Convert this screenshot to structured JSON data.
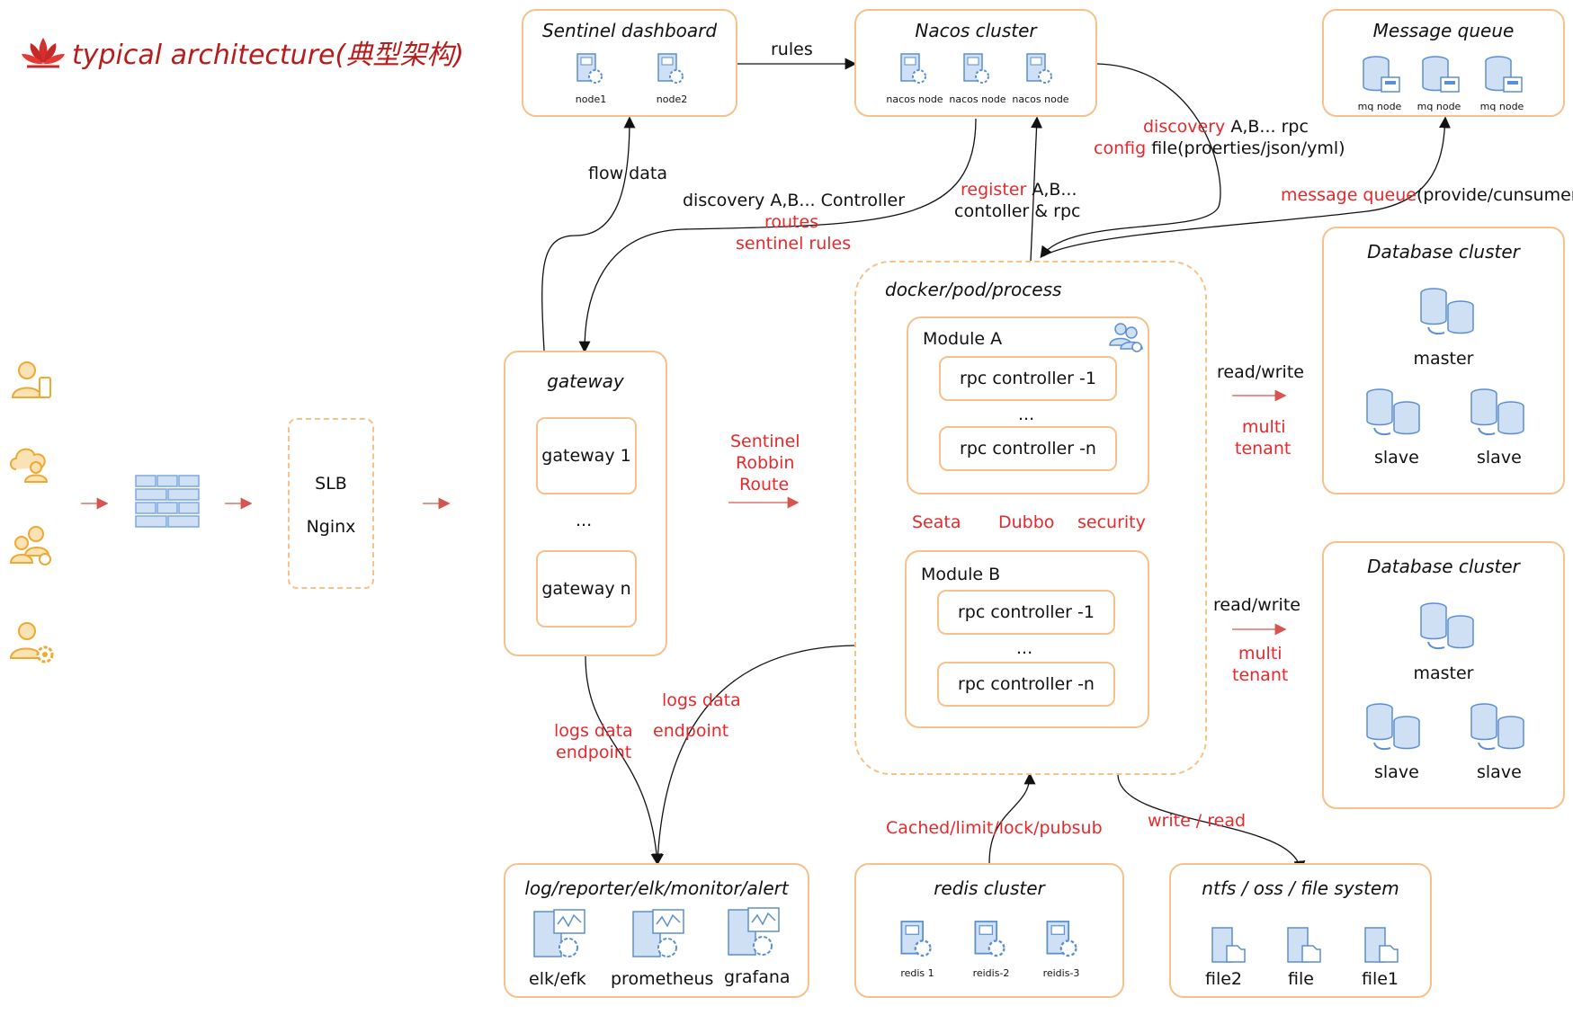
{
  "title": "typical architecture(典型架构)",
  "sentinel": {
    "title": "Sentinel dashboard",
    "nodes": [
      "node1",
      "node2"
    ]
  },
  "nacos": {
    "title": "Nacos cluster",
    "nodes": [
      "nacos node",
      "nacos node",
      "nacos node"
    ]
  },
  "mq": {
    "title": "Message queue",
    "nodes": [
      "mq node",
      "mq node",
      "mq node"
    ]
  },
  "db1": {
    "title": "Database cluster",
    "master": "master",
    "slave1": "slave",
    "slave2": "slave"
  },
  "db2": {
    "title": "Database cluster",
    "master": "master",
    "slave1": "slave",
    "slave2": "slave"
  },
  "slb": {
    "line1": "SLB",
    "line2": "Nginx"
  },
  "gateway": {
    "title": "gateway",
    "g1": "gateway 1",
    "dots": "...",
    "gn": "gateway n"
  },
  "docker": {
    "title": "docker/pod/process"
  },
  "moduleA": {
    "title": "Module A",
    "c1": "rpc controller -1",
    "dots": "...",
    "cn": "rpc controller -n"
  },
  "moduleB": {
    "title": "Module B",
    "c1": "rpc controller -1",
    "dots": "...",
    "cn": "rpc controller -n"
  },
  "mid": {
    "seata": "Seata",
    "dubbo": "Dubbo",
    "security": "security"
  },
  "log": {
    "title": "log/reporter/elk/monitor/alert",
    "items": [
      "elk/efk",
      "prometheus",
      "grafana"
    ]
  },
  "redis": {
    "title": "redis cluster",
    "nodes": [
      "redis 1",
      "reidis-2",
      "reidis-3"
    ]
  },
  "fs": {
    "title": "ntfs / oss / file system",
    "items": [
      "file2",
      "file",
      "file1"
    ]
  },
  "labels": {
    "rules": "rules",
    "flow_data": "flow data",
    "disc_ctrl": "discovery A,B... Controller",
    "routes": "routes",
    "sentinel_rules": "sentinel rules",
    "register": "register",
    "register_rest": " A,B...",
    "controller_rpc": "contoller & rpc",
    "discovery": "discovery",
    "discovery_rest": " A,B... rpc",
    "config": "config",
    "config_rest": " file(proerties/json/yml)",
    "message_queue": "message queue",
    "message_queue_rest": "(provide/cunsumer)",
    "read_write1": "read/write",
    "multi1": "multi",
    "tenant1": "tenant",
    "read_write2": "read/write",
    "multi2": "multi",
    "tenant2": "tenant",
    "sentinel": "Sentinel",
    "robbin": "Robbin",
    "route": "Route",
    "logs_data1": "logs data",
    "endpoint1": "endpoint",
    "logs_data2": "logs data",
    "endpoint2": "endpoint",
    "cached": "Cached/limit/lock/pubsub",
    "write_read": "write / read"
  },
  "colors": {
    "border": "#f7c28a",
    "red": "#e8282b",
    "icon": "#a9c6ea"
  }
}
